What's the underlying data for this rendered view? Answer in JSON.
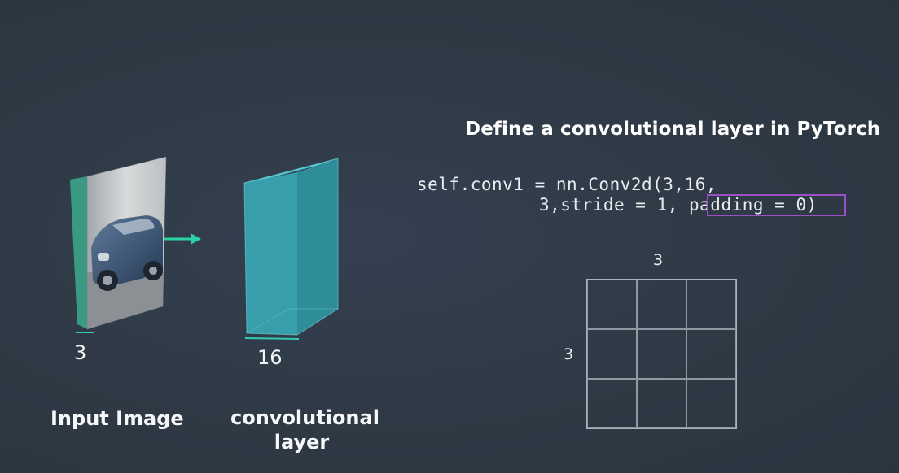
{
  "headline": "Define a convolutional layer in PyTorch",
  "code": {
    "line1": "self.conv1 = nn.Conv2d(3,16,",
    "line2_prefix": "3,stride = 1, ",
    "line2_highlight": "padding = 0",
    "line2_suffix": ")"
  },
  "input": {
    "depth_label": "3",
    "caption": "Input Image"
  },
  "conv_layer": {
    "depth_label": "16",
    "caption_line1": "convolutional",
    "caption_line2": "layer"
  },
  "kernel_grid": {
    "width_label": "3",
    "height_label": "3",
    "rows": 3,
    "cols": 3
  },
  "colors": {
    "background": "#2f3a45",
    "input_slab": "#3a9a84",
    "conv_block": "#3aa3b0",
    "arrow": "#2ed1a4",
    "highlight": "#9b4fc7",
    "underline": "#35c9b3"
  },
  "icons": {
    "arrow": "right-arrow",
    "photo": "car-photo"
  }
}
